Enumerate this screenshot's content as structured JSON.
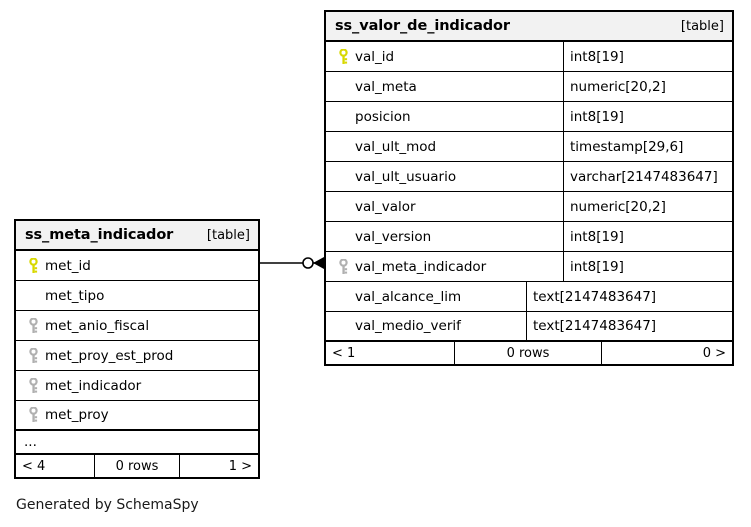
{
  "diagram": {
    "caption": "Generated by SchemaSpy",
    "kind_label": "[table]",
    "colors": {
      "background": "#ffffff",
      "border": "#000000",
      "header_fill": "#f2f2f2",
      "primary_key": "#e8e800",
      "foreign_key": "#b3b3b3",
      "text": "#000000"
    }
  },
  "tables": [
    {
      "name": "ss_meta_indicador",
      "kind": "[table]",
      "show_types": false,
      "columns": [
        {
          "name": "met_id",
          "type": "",
          "key": "primary"
        },
        {
          "name": "met_tipo",
          "type": "",
          "key": "none"
        },
        {
          "name": "met_anio_fiscal",
          "type": "",
          "key": "foreign"
        },
        {
          "name": "met_proy_est_prod",
          "type": "",
          "key": "foreign"
        },
        {
          "name": "met_indicador",
          "type": "",
          "key": "foreign"
        },
        {
          "name": "met_proy",
          "type": "",
          "key": "foreign"
        }
      ],
      "more_indicator": "...",
      "footer": {
        "prev": "< 4",
        "rows": "0 rows",
        "next": "1 >"
      }
    },
    {
      "name": "ss_valor_de_indicador",
      "kind": "[table]",
      "show_types": true,
      "columns": [
        {
          "name": "val_id",
          "type": "int8[19]",
          "key": "primary"
        },
        {
          "name": "val_meta",
          "type": "numeric[20,2]",
          "key": "none"
        },
        {
          "name": "posicion",
          "type": "int8[19]",
          "key": "none"
        },
        {
          "name": "val_ult_mod",
          "type": "timestamp[29,6]",
          "key": "none"
        },
        {
          "name": "val_ult_usuario",
          "type": "varchar[2147483647]",
          "key": "none"
        },
        {
          "name": "val_valor",
          "type": "numeric[20,2]",
          "key": "none"
        },
        {
          "name": "val_version",
          "type": "int8[19]",
          "key": "none"
        },
        {
          "name": "val_meta_indicador",
          "type": "int8[19]",
          "key": "foreign"
        },
        {
          "name": "val_alcance_lim",
          "type": "text[2147483647]",
          "key": "none"
        },
        {
          "name": "val_medio_verif",
          "type": "text[2147483647]",
          "key": "none"
        }
      ],
      "more_indicator": "",
      "footer": {
        "prev": "< 1",
        "rows": "0 rows",
        "next": "0 >"
      }
    }
  ],
  "relationships": [
    {
      "from_table": "ss_meta_indicador",
      "from_column": "met_id",
      "to_table": "ss_valor_de_indicador",
      "to_column": "val_meta_indicador",
      "from_cardinality": "zero-or-one",
      "to_cardinality": "many"
    }
  ]
}
